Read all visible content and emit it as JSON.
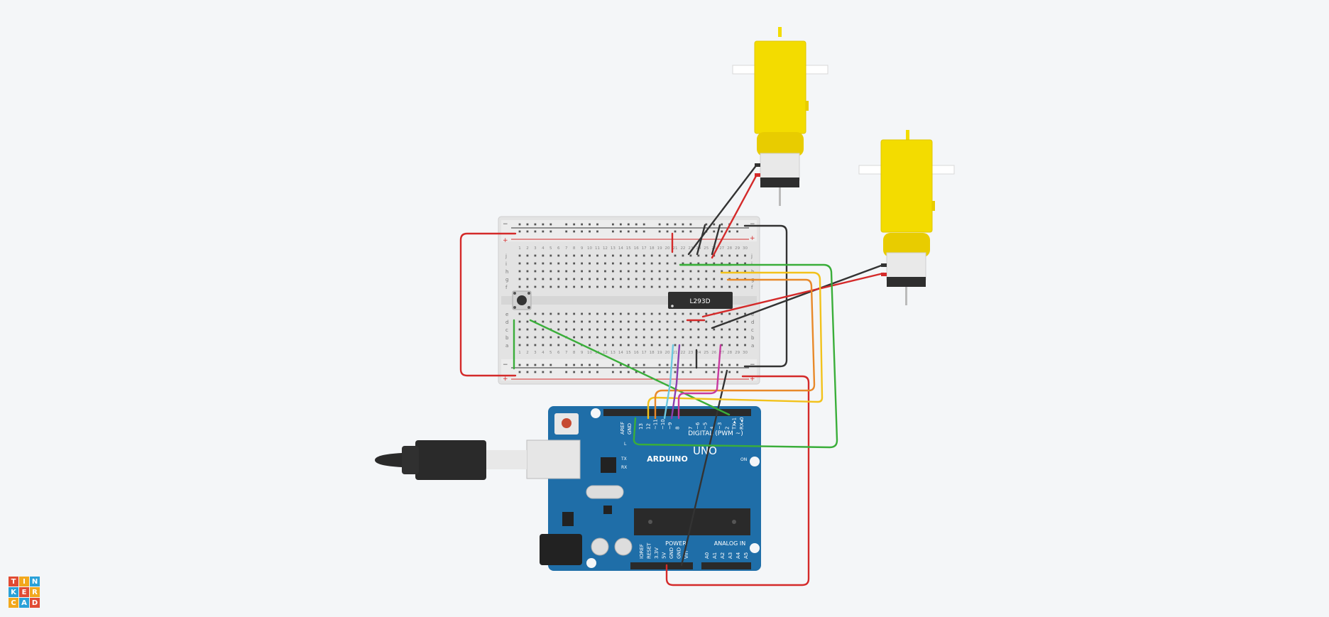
{
  "app": {
    "logo_letters": [
      "T",
      "I",
      "N",
      "K",
      "E",
      "R",
      "C",
      "A",
      "D"
    ],
    "logo_colors": [
      "#e14b33",
      "#f2a81d",
      "#2aa1d8",
      "#2aa1d8",
      "#e14b33",
      "#f2a81d",
      "#f2a81d",
      "#2aa1d8",
      "#e14b33"
    ]
  },
  "ic": {
    "label": "L293D"
  },
  "arduino": {
    "brand": "ARDUINO",
    "model": "UNO",
    "digital_label": "DIGITAL (PWM ~)",
    "power_label": "POWER",
    "analog_label": "ANALOG IN",
    "on_label": "ON",
    "tx_label": "TX",
    "rx_label": "RX",
    "l_label": "L",
    "aref_label": "AREF",
    "gnd_label": "GND",
    "digital_pins": [
      "13",
      "12",
      "~11",
      "~10",
      "~9",
      "8",
      "7",
      "~6",
      "~5",
      "4",
      "~3",
      "2",
      "TX▸1",
      "RX◂0"
    ],
    "power_pins": [
      "IOREF",
      "RESET",
      "3.3V",
      "5V",
      "GND",
      "GND",
      "Vin"
    ],
    "analog_pins": [
      "A0",
      "A1",
      "A2",
      "A3",
      "A4",
      "A5"
    ]
  },
  "breadboard": {
    "rows_top": [
      "j",
      "i",
      "h",
      "g",
      "f"
    ],
    "rows_bottom": [
      "e",
      "d",
      "c",
      "b",
      "a"
    ],
    "rail_minus": "−",
    "rail_plus": "+"
  },
  "colors": {
    "wire_red": "#d42a2a",
    "wire_black": "#333333",
    "wire_green": "#3aae3a",
    "wire_yellow": "#f2c21b",
    "wire_orange": "#e8892a",
    "wire_cyan": "#6dc8e0",
    "wire_purple": "#8a3fb0",
    "wire_pink": "#c73aa0",
    "motor_yellow": "#f3dc00",
    "arduino_blue": "#1f6ea8"
  }
}
